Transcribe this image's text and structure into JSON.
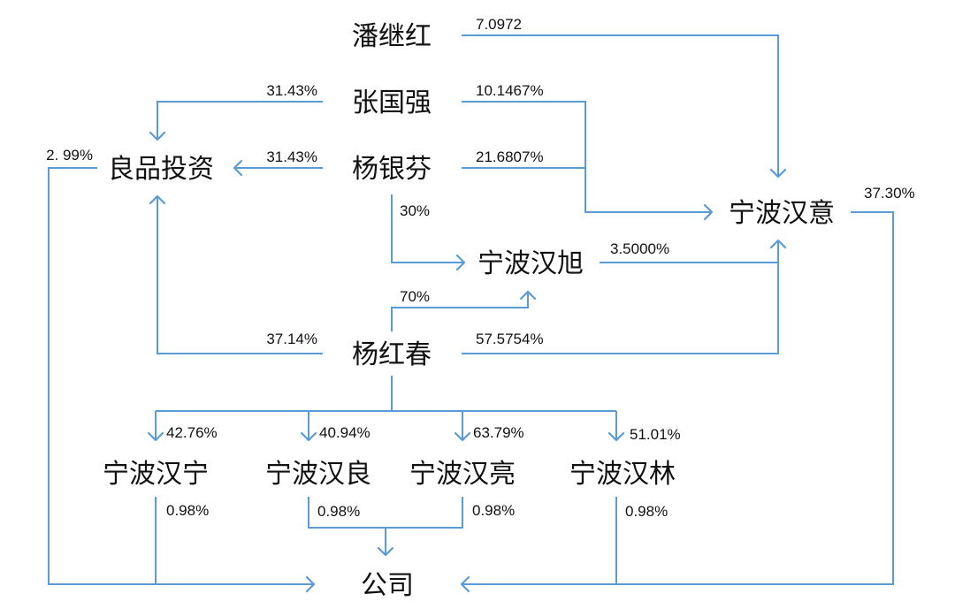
{
  "colors": {
    "arrow": "#5b9bd5",
    "text": "#111111",
    "background": "#ffffff"
  },
  "nodes": {
    "pan_jihong": "潘继红",
    "zhang_guoqiang": "张国强",
    "yang_yinfen": "杨银芬",
    "liangpin_investment": "良品投资",
    "ningbo_hanyi": "宁波汉意",
    "ningbo_hanxu": "宁波汉旭",
    "yang_hongchun": "杨红春",
    "ningbo_hanning": "宁波汉宁",
    "ningbo_hanliang_good": "宁波汉良",
    "ningbo_hanliang_bright": "宁波汉亮",
    "ningbo_hanlin": "宁波汉林",
    "company": "公司"
  },
  "percentages": {
    "pan_to_hanyi": "7.0972",
    "zhang_to_liangpin": "31.43%",
    "zhang_to_hanyi": "10.1467%",
    "yang_yinfen_to_liangpin": "31.43%",
    "yang_yinfen_to_hanyi": "21.6807%",
    "yang_yinfen_to_hanxu": "30%",
    "liangpin_to_company": "2. 99%",
    "hanyi_to_company": "37.30%",
    "hanxu_to_hanyi": "3.5000%",
    "yang_hongchun_to_hanxu": "70%",
    "yang_hongchun_to_liangpin": "37.14%",
    "yang_hongchun_to_hanyi": "57.5754%",
    "yang_hongchun_to_hanning": "42.76%",
    "yang_hongchun_to_hanliang_good": "40.94%",
    "yang_hongchun_to_hanliang_bright": "63.79%",
    "yang_hongchun_to_hanlin": "51.01%",
    "hanning_to_company": "0.98%",
    "hanliang_good_to_company": "0.98%",
    "hanliang_bright_to_company": "0.98%",
    "hanlin_to_company": "0.98%"
  }
}
